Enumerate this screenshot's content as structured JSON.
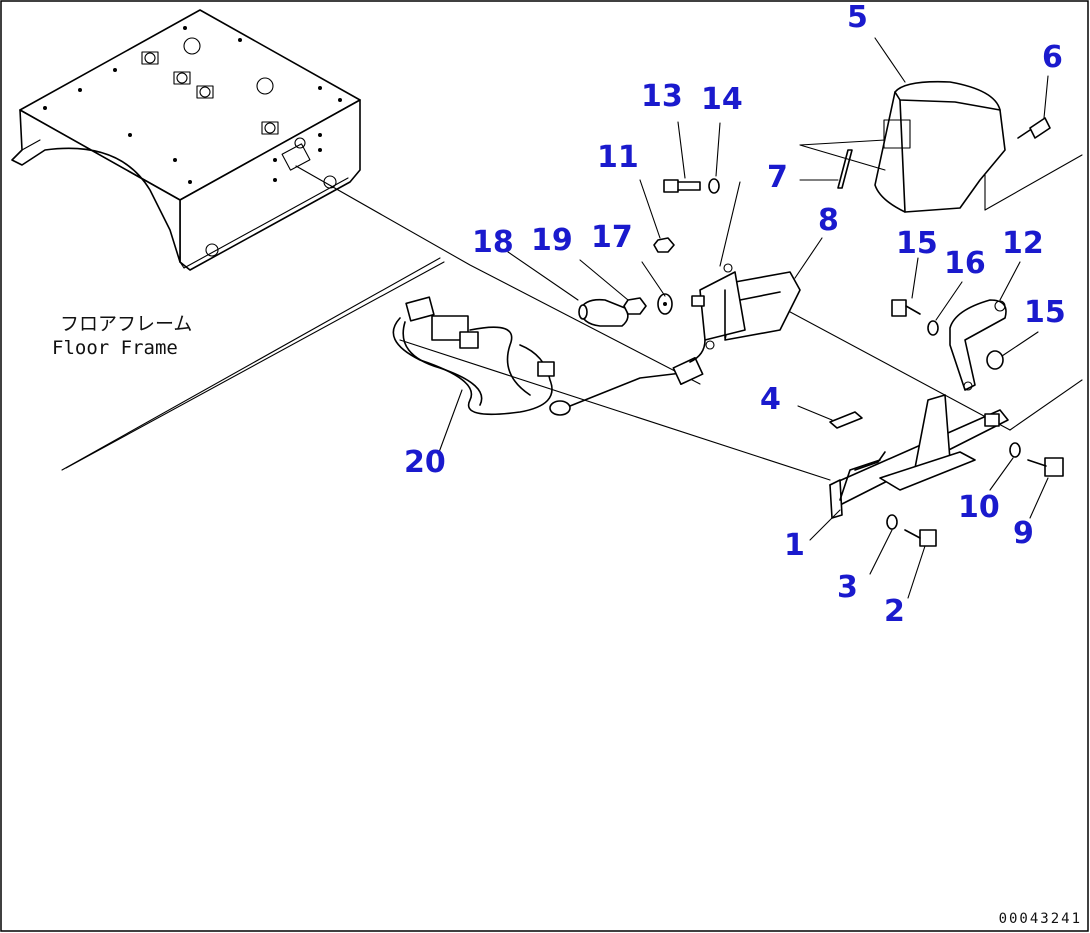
{
  "labels": {
    "floor_frame_jp": "フロアフレーム",
    "floor_frame_en": "Floor Frame",
    "drawing_number": "00043241"
  },
  "callouts": [
    "1",
    "2",
    "3",
    "4",
    "5",
    "6",
    "7",
    "8",
    "9",
    "10",
    "11",
    "12",
    "13",
    "14",
    "15",
    "15",
    "16",
    "17",
    "18",
    "19",
    "20"
  ],
  "colors": {
    "callout": "#1a1acd",
    "line": "#000000",
    "background": "#ffffff"
  }
}
